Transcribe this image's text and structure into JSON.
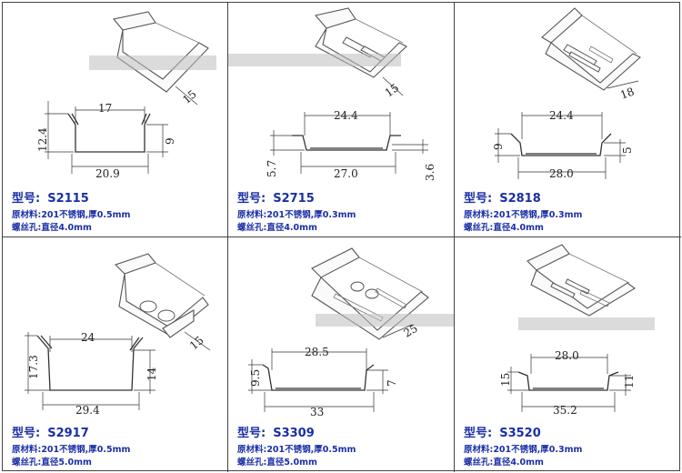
{
  "products": [
    {
      "model_label": "型号:",
      "model_code": "S2115",
      "material_label": "原材料:",
      "material_value": "201不锈钢,厚0.5mm",
      "hole_label": "螺丝孔:",
      "hole_value": "直径4.0mm",
      "dims": {
        "top": "17",
        "bottom": "20.9",
        "left": "12.4",
        "right": "9",
        "depth": "15"
      }
    },
    {
      "model_label": "型号:",
      "model_code": "S2715",
      "material_label": "原材料:",
      "material_value": "201不锈钢,厚0.3mm",
      "hole_label": "螺丝孔:",
      "hole_value": "直径4.0mm",
      "dims": {
        "top": "24.4",
        "bottom": "27.0",
        "left": "5.7",
        "right": "3.6",
        "depth": "15"
      }
    },
    {
      "model_label": "型号:",
      "model_code": "S2818",
      "material_label": "原材料:",
      "material_value": "201不锈钢,厚0.3mm",
      "hole_label": "螺丝孔:",
      "hole_value": "直径4.0mm",
      "dims": {
        "top": "24.4",
        "bottom": "28.0",
        "left": "9",
        "right": "5",
        "depth": "18"
      }
    },
    {
      "model_label": "型号:",
      "model_code": "S2917",
      "material_label": "原材料:",
      "material_value": "201不锈钢,厚0.5mm",
      "hole_label": "螺丝孔:",
      "hole_value": "直径5.0mm",
      "dims": {
        "top": "24",
        "bottom": "29.4",
        "left": "17.3",
        "right": "14",
        "depth": "15"
      }
    },
    {
      "model_label": "型号:",
      "model_code": "S3309",
      "material_label": "原材料:",
      "material_value": "201不锈钢,厚0.5mm",
      "hole_label": "螺丝孔:",
      "hole_value": "直径5.0mm",
      "dims": {
        "top": "28.5",
        "bottom": "33",
        "left": "9.5",
        "right": "7",
        "depth": "25"
      }
    },
    {
      "model_label": "型号:",
      "model_code": "S3520",
      "material_label": "原材料:",
      "material_value": "201不锈钢,厚0.3mm",
      "hole_label": "螺丝孔:",
      "hole_value": "直径4.0mm",
      "dims": {
        "top": "28.0",
        "bottom": "35.2",
        "left": "15",
        "right": "11",
        "depth": ""
      }
    }
  ]
}
